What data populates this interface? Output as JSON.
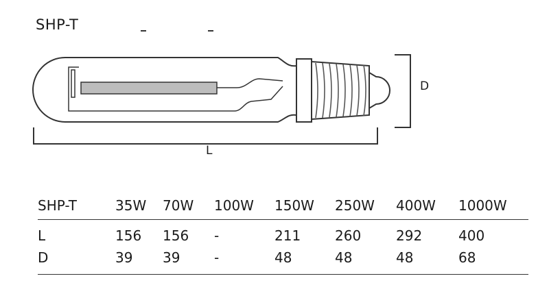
{
  "diagram": {
    "title": "SHP-T",
    "label_d": "D",
    "label_l": "L"
  },
  "table": {
    "headers": [
      "SHP-T",
      "35W",
      "70W",
      "100W",
      "150W",
      "250W",
      "400W",
      "1000W"
    ],
    "rows": [
      {
        "label": "L",
        "values": [
          "156",
          "156",
          "-",
          "211",
          "260",
          "292",
          "400"
        ]
      },
      {
        "label": "D",
        "values": [
          "39",
          "39",
          "-",
          "48",
          "48",
          "48",
          "68"
        ]
      }
    ]
  }
}
